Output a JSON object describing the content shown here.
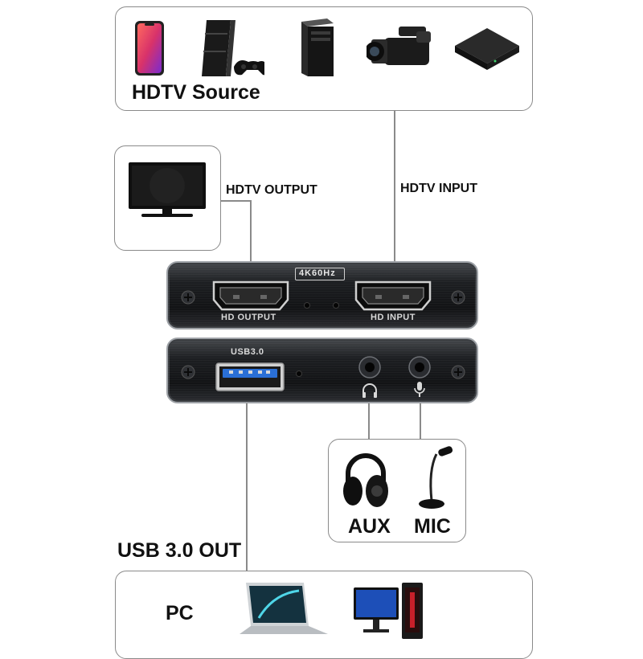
{
  "source": {
    "label": "HDTV Source",
    "icons": [
      "smartphone-icon",
      "game-console-icon",
      "desktop-tower-icon",
      "camcorder-icon",
      "set-top-box-icon"
    ]
  },
  "output_box": {
    "icon": "tv-monitor-icon"
  },
  "connections": {
    "hdtv_output": "HDTV OUTPUT",
    "hdtv_input": "HDTV INPUT",
    "usb_out": "USB 3.0 OUT"
  },
  "device": {
    "top_badge": "4K60Hz",
    "hd_output": "HD OUTPUT",
    "hd_input": "HD INPUT",
    "usb_port": "USB3.0",
    "jack_icons": [
      "headphone-jack-icon",
      "microphone-jack-icon"
    ]
  },
  "audio": {
    "aux": "AUX",
    "mic": "MIC"
  },
  "pc": {
    "label": "PC",
    "icons": [
      "laptop-icon",
      "desktop-pc-icon"
    ]
  },
  "colors": {
    "border": "#8a8a8a",
    "usb_blue": "#2a6fd6",
    "device_metal": "#1a1b1e"
  }
}
